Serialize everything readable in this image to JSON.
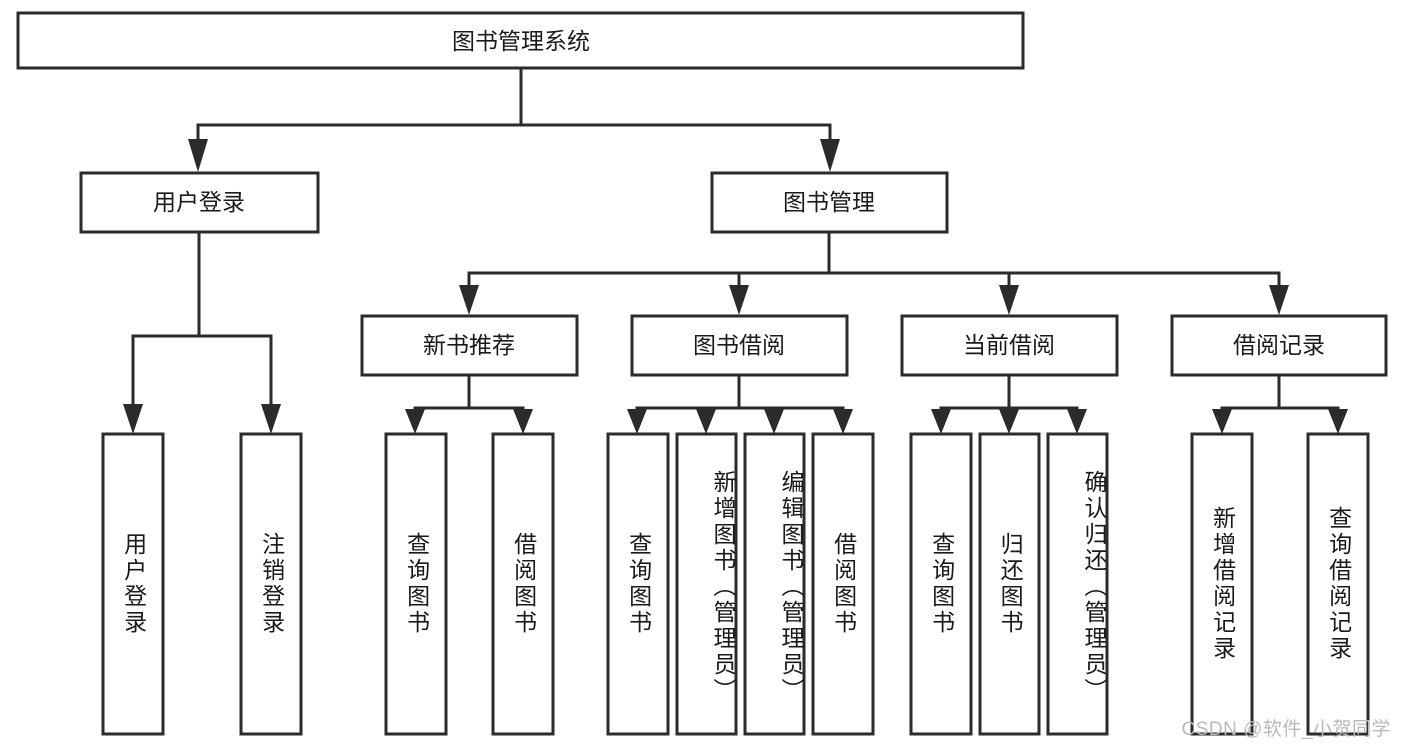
{
  "diagram": {
    "type": "tree",
    "title": "图书管理系统",
    "orientation": "top-down",
    "colors": {
      "stroke": "#2b2b2b",
      "fill": "#ffffff",
      "text": "#1a1a1a",
      "watermark": "#b9b9b9",
      "background": "#ffffff"
    },
    "levels": {
      "root": {
        "label": "图书管理系统"
      },
      "level2": [
        {
          "label": "用户登录"
        },
        {
          "label": "图书管理"
        }
      ],
      "level3": [
        {
          "label": "新书推荐"
        },
        {
          "label": "图书借阅"
        },
        {
          "label": "当前借阅"
        },
        {
          "label": "借阅记录"
        }
      ],
      "leaves": {
        "user_login": [
          {
            "label": "用户登录"
          },
          {
            "label": "注销登录"
          }
        ],
        "new_book_recommend": [
          {
            "label": "查询图书"
          },
          {
            "label": "借阅图书"
          }
        ],
        "book_borrow": [
          {
            "label": "查询图书"
          },
          {
            "label": "新增图书（管理员）"
          },
          {
            "label": "编辑图书（管理员）"
          },
          {
            "label": "借阅图书"
          }
        ],
        "current_borrow": [
          {
            "label": "查询图书"
          },
          {
            "label": "归还图书"
          },
          {
            "label": "确认归还（管理员）"
          }
        ],
        "borrow_records": [
          {
            "label": "新增借阅记录"
          },
          {
            "label": "查询借阅记录"
          }
        ]
      }
    }
  },
  "watermark": {
    "text": "CSDN @软件_小贺同学"
  }
}
